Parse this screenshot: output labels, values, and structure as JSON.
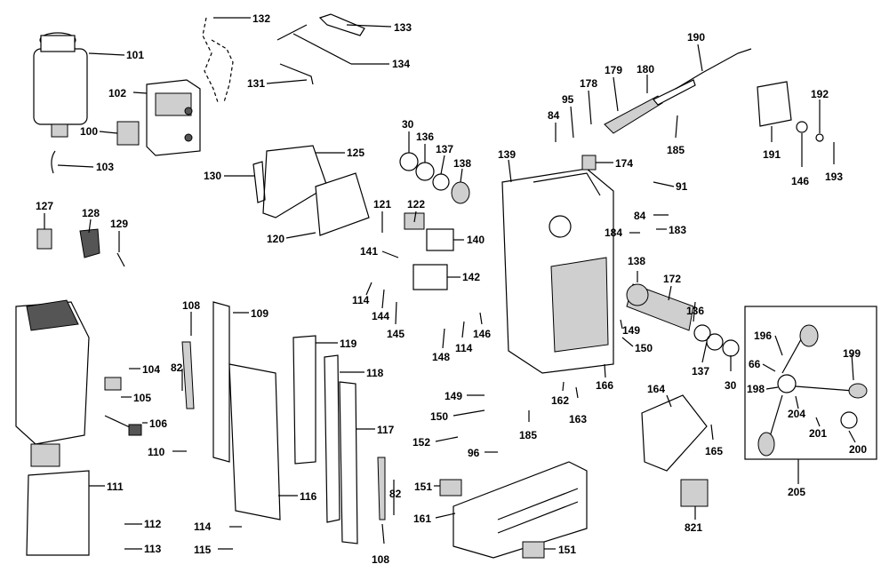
{
  "diagram": {
    "labels": {
      "l101": "101",
      "l102": "102",
      "l100": "100",
      "l103": "103",
      "l132": "132",
      "l133": "133",
      "l134": "134",
      "l131": "131",
      "l125": "125",
      "l130": "130",
      "l120": "120",
      "l127": "127",
      "l128": "128",
      "l129": "129",
      "l30a": "30",
      "l136a": "136",
      "l137a": "137",
      "l138a": "138",
      "l121": "121",
      "l122": "122",
      "l140": "140",
      "l141": "141",
      "l142": "142",
      "l114a": "114",
      "l144": "144",
      "l145": "145",
      "l139": "139",
      "l84a": "84",
      "l95": "95",
      "l178": "178",
      "l179": "179",
      "l180": "180",
      "l190": "190",
      "l174": "174",
      "l185a": "185",
      "l192": "192",
      "l191": "191",
      "l146a": "146",
      "l193": "193",
      "l91": "91",
      "l84b": "84",
      "l184": "184",
      "l183": "183",
      "l138b": "138",
      "l172": "172",
      "l136b": "136",
      "l149a": "149",
      "l150a": "150",
      "l137b": "137",
      "l30b": "30",
      "l108a": "108",
      "l109": "109",
      "l82a": "82",
      "l104": "104",
      "l105": "105",
      "l106": "106",
      "l110": "110",
      "l111": "111",
      "l119": "119",
      "l118": "118",
      "l117": "117",
      "l116": "116",
      "l112": "112",
      "l113": "113",
      "l114b": "114",
      "l115": "115",
      "l148": "148",
      "l114c": "114",
      "l146b": "146",
      "l166": "166",
      "l149b": "149",
      "l150b": "150",
      "l162": "162",
      "l163": "163",
      "l185b": "185",
      "l152": "152",
      "l96": "96",
      "l151a": "151",
      "l161": "161",
      "l82b": "82",
      "l108b": "108",
      "l151b": "151",
      "l164": "164",
      "l165": "165",
      "l821": "821",
      "l196": "196",
      "l66": "66",
      "l199": "199",
      "l198": "198",
      "l204": "204",
      "l201": "201",
      "l200": "200",
      "l205": "205"
    }
  }
}
